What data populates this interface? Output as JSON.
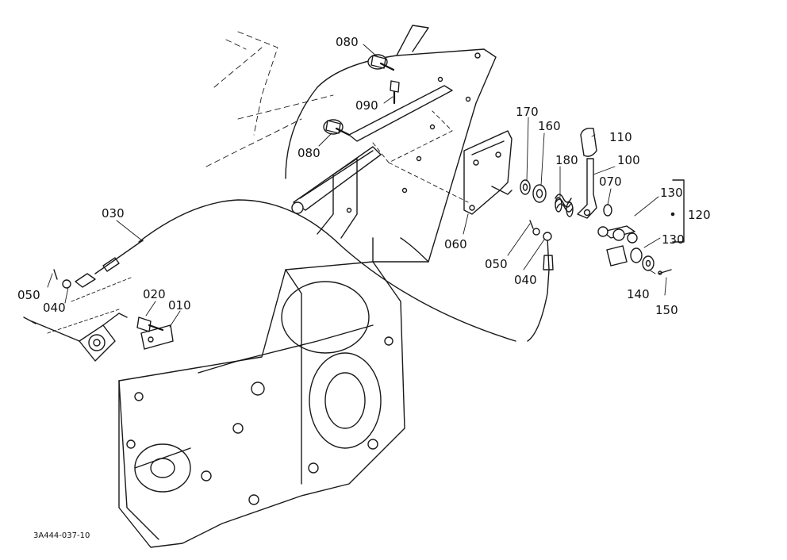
{
  "callouts": {
    "p010": "010",
    "p020": "020",
    "p030": "030",
    "p040_left": "040",
    "p040_right": "040",
    "p050_left": "050",
    "p050_right": "050",
    "p060": "060",
    "p070": "070",
    "p080_top": "080",
    "p080_mid": "080",
    "p090": "090",
    "p100": "100",
    "p110": "110",
    "p120": "120",
    "p130_top": "130",
    "p130_bottom": "130",
    "p140": "140",
    "p150": "150",
    "p160": "160",
    "p170": "170",
    "p180": "180"
  },
  "drawing_code": "3A444-037-10"
}
